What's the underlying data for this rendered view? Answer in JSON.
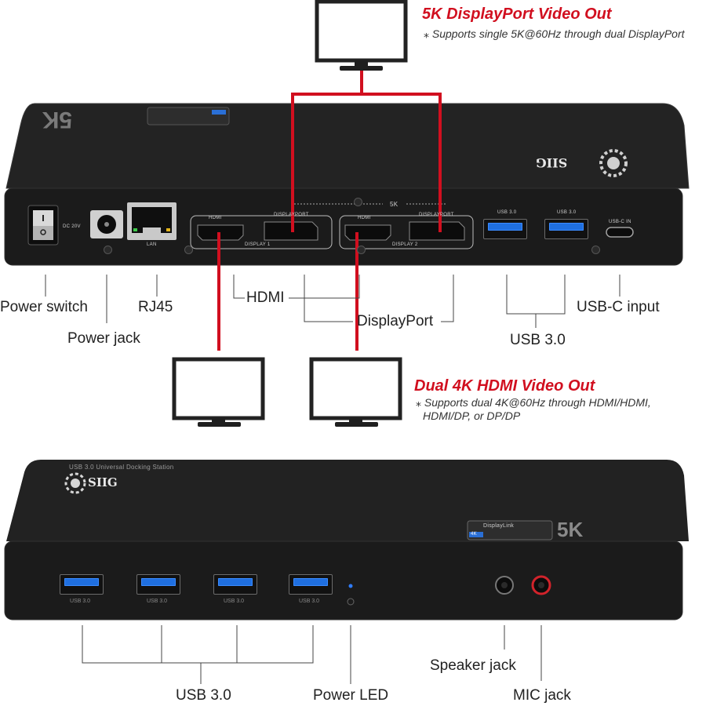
{
  "top_callout": {
    "title": "5K DisplayPort Video Out",
    "note": "⁎ Supports single 5K@60Hz through dual DisplayPort"
  },
  "bottom_callout": {
    "title": "Dual 4K HDMI Video Out",
    "note_line1": "⁎ Supports dual 4K@60Hz through HDMI/HDMI,",
    "note_line2": "HDMI/DP, or DP/DP"
  },
  "rear_panel": {
    "power_input": "DC 20V",
    "lan": "LAN",
    "hdmi1": "HDMI",
    "dp1": "DISPLAYPORT",
    "display1": "DISPLAY 1",
    "fivek": "5K",
    "hdmi2": "HDMI",
    "dp2": "DISPLAYPORT",
    "display2": "DISPLAY 2",
    "usb30_a": "USB 3.0",
    "usb30_b": "USB 3.0",
    "usbc": "USB-C IN",
    "brand": "SIIG"
  },
  "rear_labels": {
    "power_switch": "Power switch",
    "power_jack": "Power jack",
    "rj45": "RJ45",
    "hdmi": "HDMI",
    "displayport": "DisplayPort",
    "usb30": "USB 3.0",
    "usbc_input": "USB-C input"
  },
  "front_panel": {
    "header": "USB 3.0 Universal Docking Station",
    "brand": "SIIG",
    "badge_top": "DisplayLink",
    "badge_4k": "4K",
    "badge_big": "5K",
    "port_labels": [
      "USB 3.0",
      "USB 3.0",
      "USB 3.0",
      "USB 3.0"
    ]
  },
  "front_labels": {
    "usb30": "USB 3.0",
    "power_led": "Power LED",
    "speaker_jack": "Speaker jack",
    "mic_jack": "MIC jack"
  },
  "colors": {
    "accent_red": "#d10f1f",
    "usb_blue": "#1f6fe0",
    "device_body": "#1b1b1b"
  }
}
